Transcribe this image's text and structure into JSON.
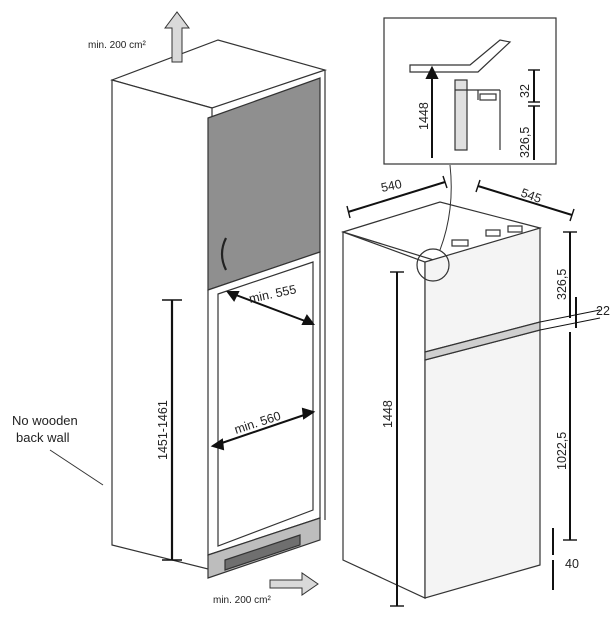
{
  "notes": {
    "airflow_top": "min. 200 cm²",
    "airflow_bottom": "min. 200 cm²",
    "back_wall_line1": "No wooden",
    "back_wall_line2": "back wall"
  },
  "niche": {
    "height_range": "1451-1461",
    "depth_min": "min. 555",
    "width_min": "min. 560"
  },
  "fridge": {
    "height": "1448",
    "width": "540",
    "depth": "545",
    "top_section": "326,5",
    "gap": "22",
    "lower_section": "1022,5",
    "base": "40"
  },
  "detail": {
    "height": "1448",
    "top_offset": "32",
    "section": "326,5"
  },
  "colors": {
    "line": "#333333",
    "cabinet_fill": "#ffffff",
    "door_fill": "#8f8f8f",
    "shadow_fill": "#bdbdbd",
    "fridge_fill": "#f4f4f4"
  }
}
